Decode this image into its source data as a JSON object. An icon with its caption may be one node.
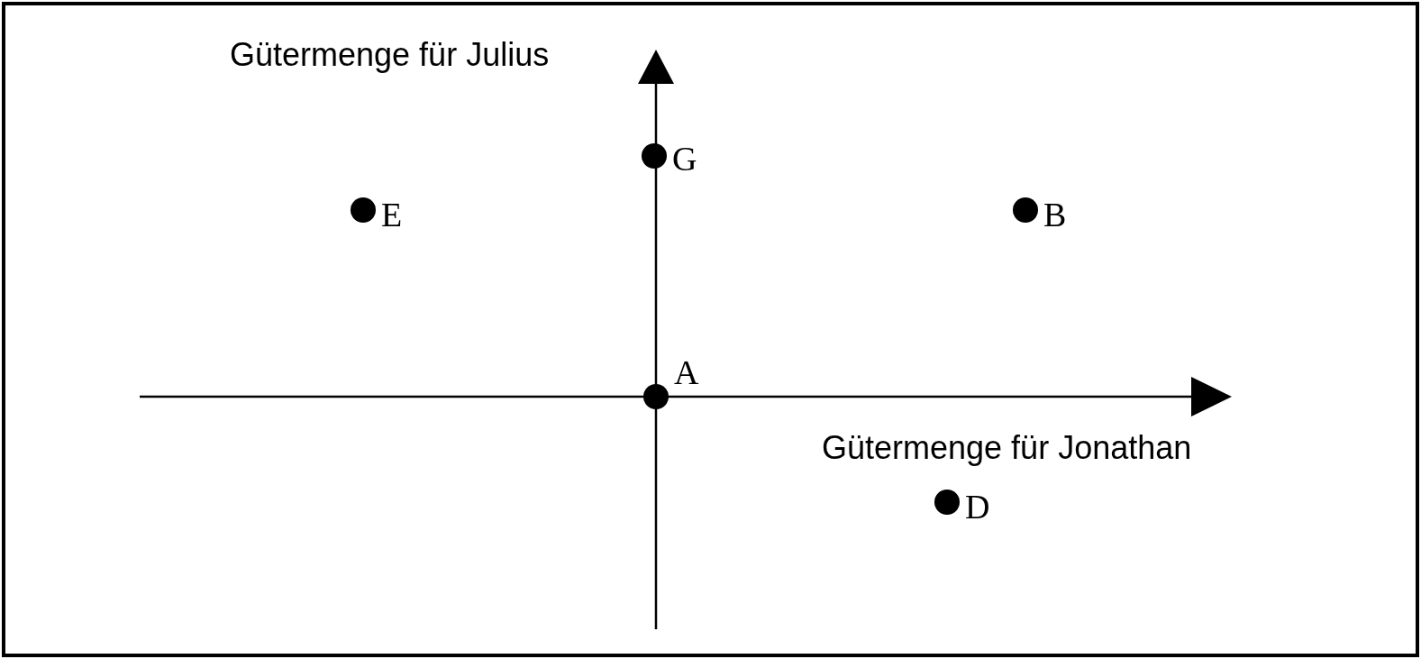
{
  "diagram": {
    "nodes": [
      {
        "text": [
          "G"
        ]
      },
      {
        "text": [
          "E"
        ]
      },
      {
        "text": [
          "B"
        ]
      },
      {
        "text": [
          "A"
        ]
      },
      {
        "text": [
          "D"
        ]
      }
    ],
    "labels": [
      "Gütermenge für Julius",
      "Gütermenge für Jonathan"
    ]
  }
}
